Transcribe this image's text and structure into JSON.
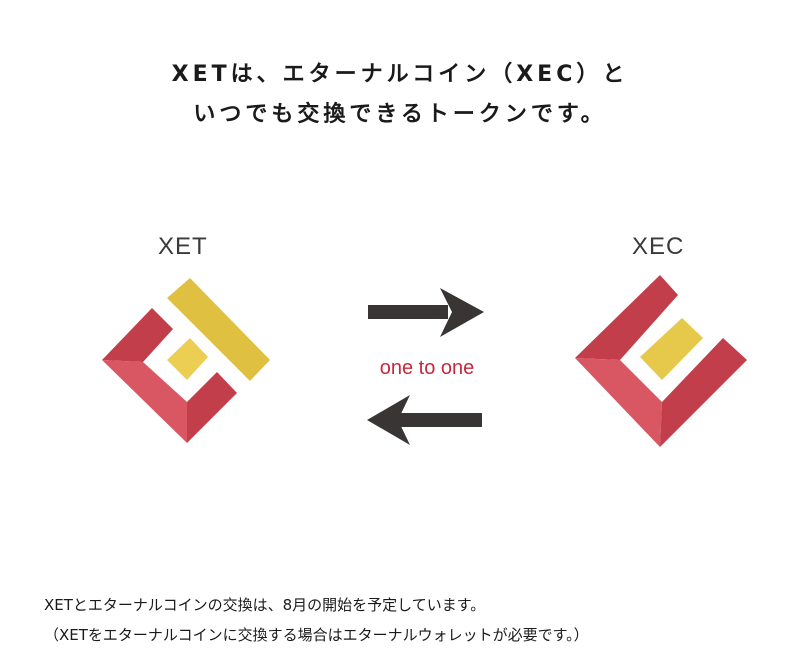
{
  "headline": {
    "line1": "XETは、エターナルコイン（XEC）と",
    "line2": "いつでも交換できるトークンです。"
  },
  "tokens": {
    "left": {
      "label": "XET"
    },
    "right": {
      "label": "XEC"
    }
  },
  "exchange": {
    "ratio_label": "one to one"
  },
  "notes": {
    "line1": "XETとエターナルコインの交換は、8月の開始を予定しています。",
    "line2": "（XETをエターナルコインに交換する場合はエターナルウォレットが必要です。）"
  },
  "colors": {
    "red_light": "#d85763",
    "red_dark": "#c13e4a",
    "yellow": "#e3c44a",
    "arrow": "#3a3535",
    "ratio_text": "#c8283c"
  }
}
